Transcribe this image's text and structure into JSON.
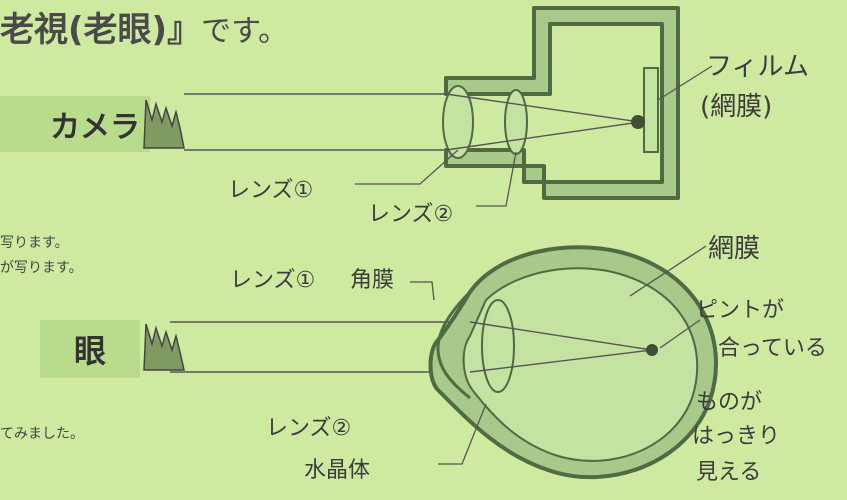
{
  "title": {
    "main": "老視(老眼)』",
    "tail": "です。"
  },
  "camera": {
    "label": "カメラ"
  },
  "eye": {
    "label": "眼"
  },
  "text_lines": [
    "写ります。",
    "が写ります。",
    "てみました。"
  ],
  "annotations": {
    "film": "フィルム",
    "film_paren": "(網膜)",
    "lens1_cam": "レンズ①",
    "lens2_cam": "レンズ②",
    "retina": "網膜",
    "lens1_eye": "レンズ①",
    "cornea": "角膜",
    "focus1": "ピントが",
    "focus2": "合っている",
    "lens2_eye": "レンズ②",
    "crystalline": "水晶体",
    "clear1": "ものが",
    "clear2": "はっきり",
    "clear3": "見える"
  },
  "colors": {
    "background": "#cdeaa0",
    "dark_outline": "#4e6b42",
    "body_fill": "#a9c98a",
    "lens_fill": "#c4e3a2",
    "beam_line": "#555555"
  }
}
